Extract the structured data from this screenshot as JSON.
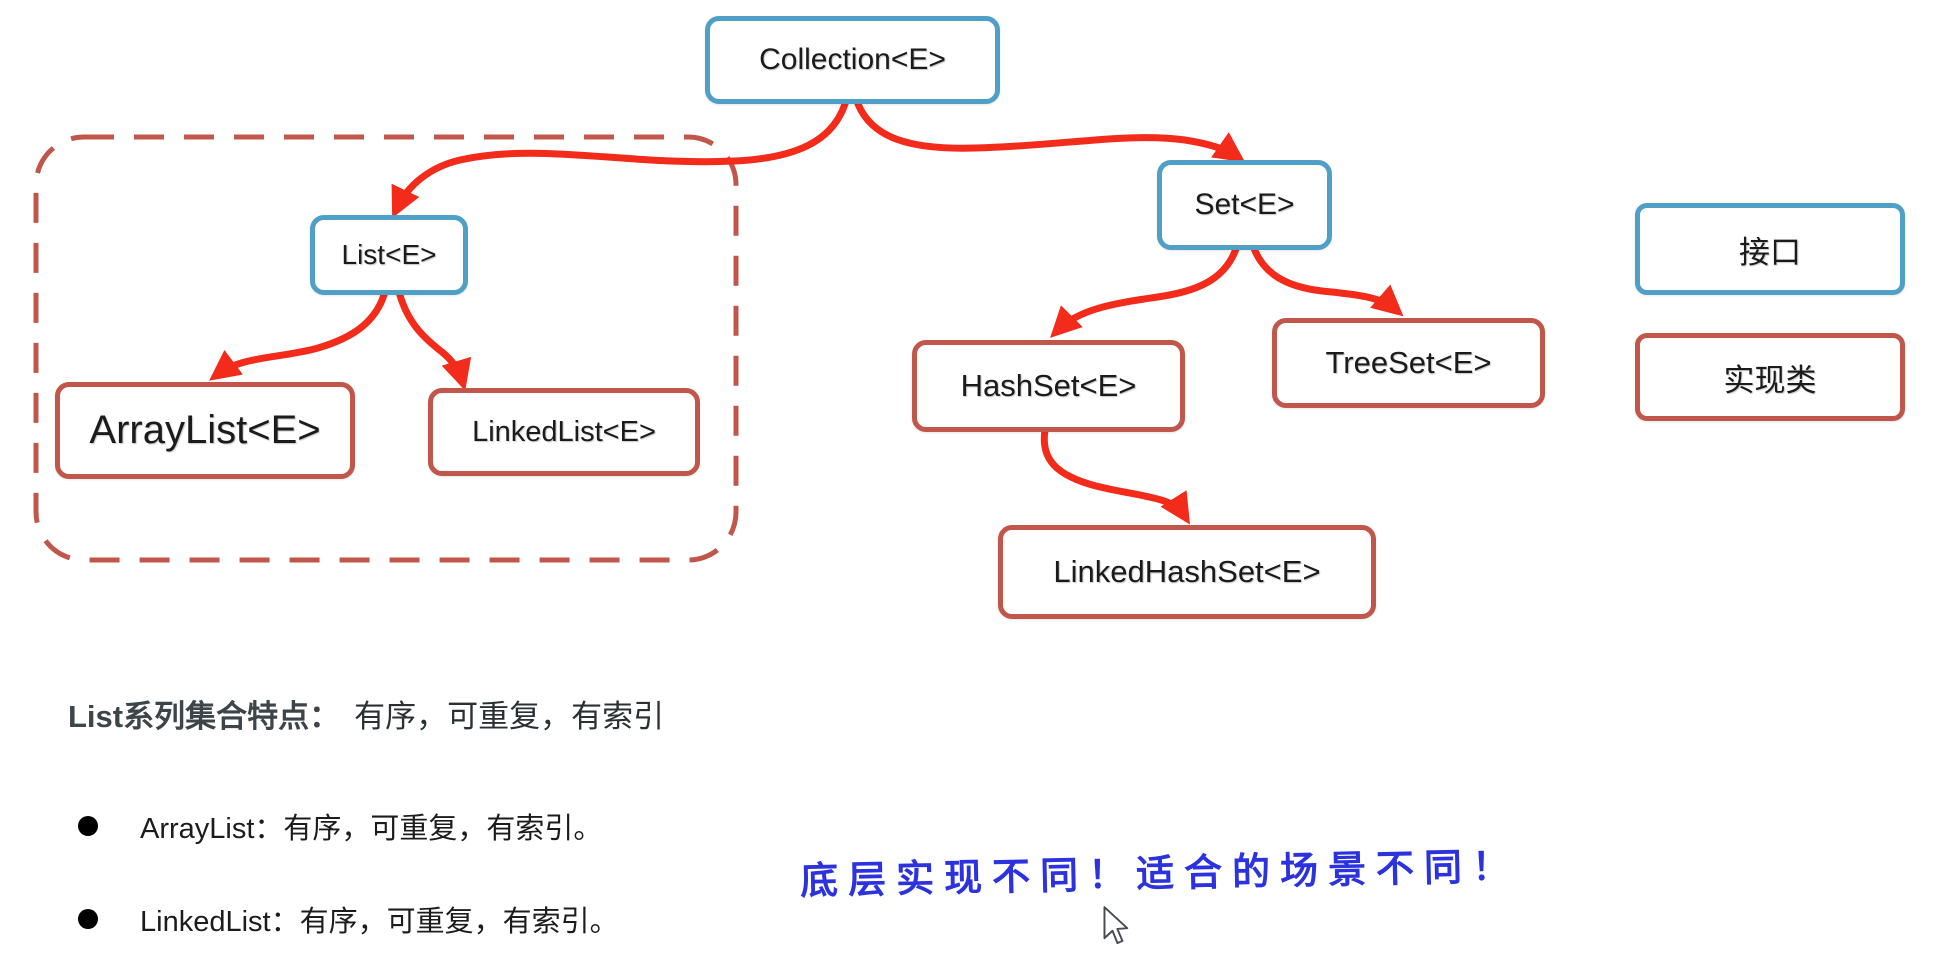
{
  "diagram": {
    "nodes": [
      {
        "id": "collection",
        "label": "Collection<E>",
        "kind": "interface"
      },
      {
        "id": "list",
        "label": "List<E>",
        "kind": "interface"
      },
      {
        "id": "set",
        "label": "Set<E>",
        "kind": "interface"
      },
      {
        "id": "arraylist",
        "label": "ArrayList<E>",
        "kind": "class"
      },
      {
        "id": "linkedlist",
        "label": "LinkedList<E>",
        "kind": "class"
      },
      {
        "id": "hashset",
        "label": "HashSet<E>",
        "kind": "class"
      },
      {
        "id": "treeset",
        "label": "TreeSet<E>",
        "kind": "class"
      },
      {
        "id": "linkedhashset",
        "label": "LinkedHashSet<E>",
        "kind": "class"
      }
    ],
    "edges": [
      {
        "from": "collection",
        "to": "list"
      },
      {
        "from": "collection",
        "to": "set"
      },
      {
        "from": "list",
        "to": "arraylist"
      },
      {
        "from": "list",
        "to": "linkedlist"
      },
      {
        "from": "set",
        "to": "hashset"
      },
      {
        "from": "set",
        "to": "treeset"
      },
      {
        "from": "hashset",
        "to": "linkedhashset"
      }
    ],
    "legend": [
      {
        "label": "接口",
        "kind": "interface"
      },
      {
        "label": "实现类",
        "kind": "class"
      }
    ],
    "group_hint": "dashed rounded box around List/ArrayList/LinkedList subtree"
  },
  "notes": {
    "heading_bold": "List系列集合特点：",
    "heading_rest": "有序，可重复，有索引",
    "bullets": [
      "ArrayList：有序，可重复，有索引。",
      "LinkedList：有序，可重复，有索引。"
    ],
    "annotation": "底层实现不同！适合的场景不同！"
  },
  "colors": {
    "interface_border": "#4F9FC6",
    "class_border": "#C0574A",
    "legend_class_border": "#D05442",
    "arrow": "#F32B1B",
    "dashed_group": "#C0574A",
    "annotation_text": "#2B32DE",
    "heading_text": "#3D4549",
    "body_text": "#1C1C1C",
    "background": "#FFFFFF"
  }
}
